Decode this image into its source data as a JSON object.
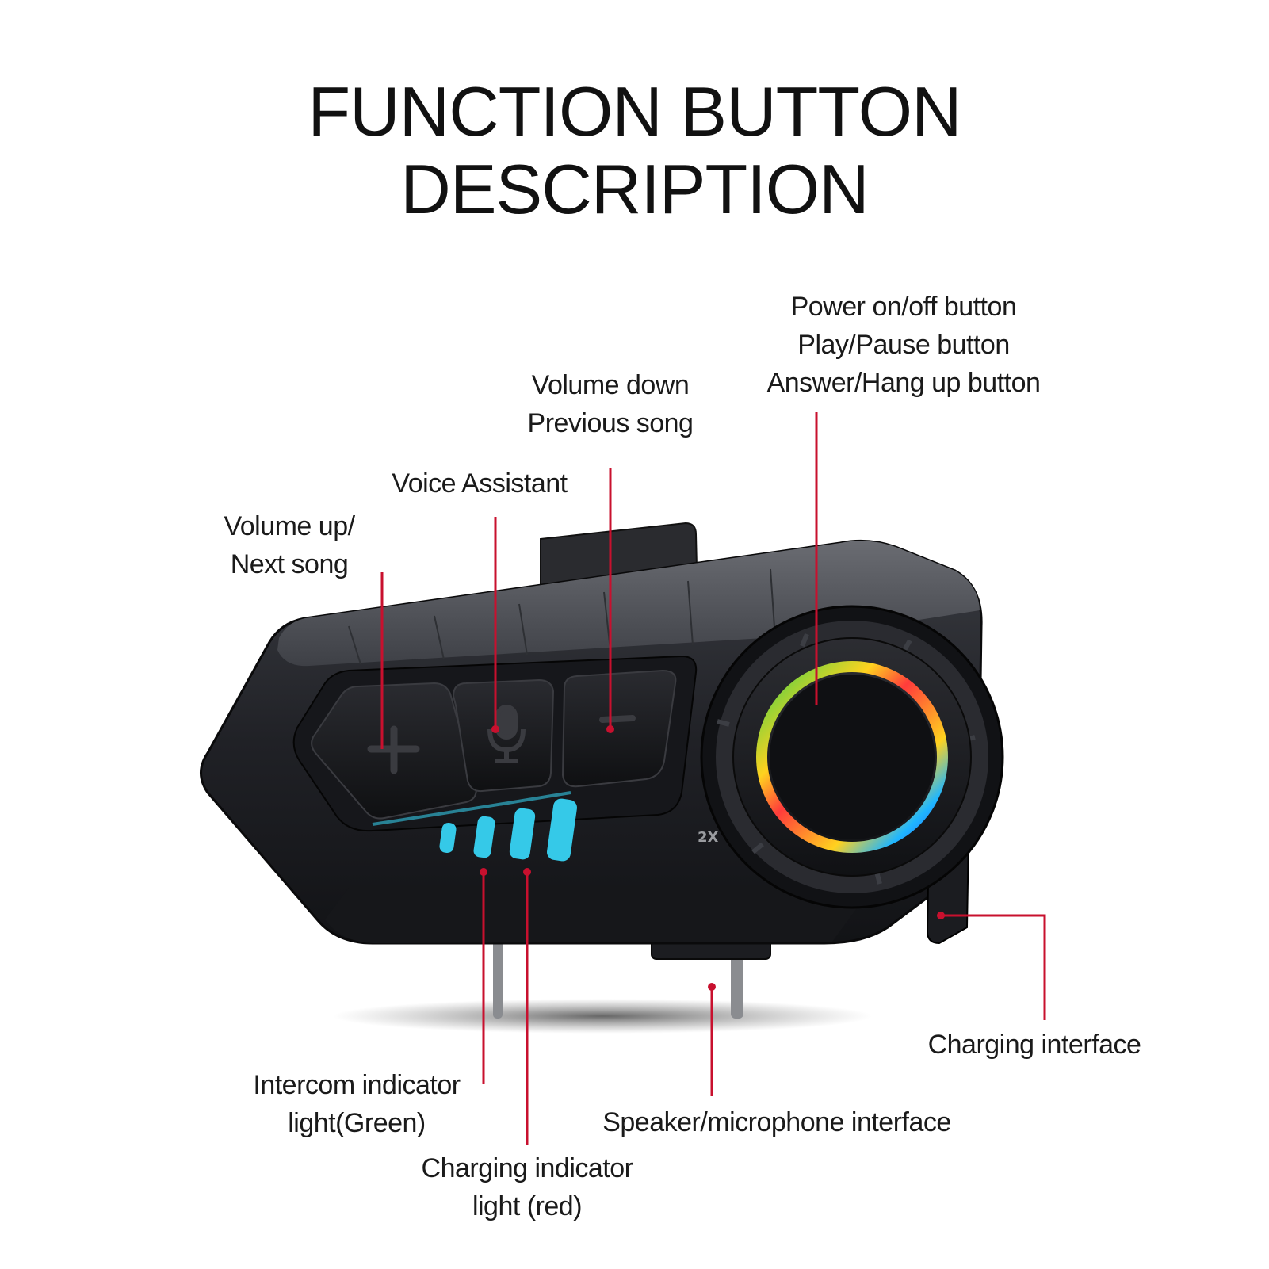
{
  "title": {
    "line1": "FUNCTION BUTTON",
    "line2": "DESCRIPTION"
  },
  "colors": {
    "callout": "#c8102e",
    "device_body": "#1e1f23",
    "device_top": "#5a5c62",
    "indicator": "#35c9e8",
    "ring_gradient": [
      "#ff3b3b",
      "#ffd21f",
      "#3bd14a",
      "#1fb6ff",
      "#2a4dff"
    ]
  },
  "labels": {
    "power": [
      "Power on/off button",
      "Play/Pause button",
      "Answer/Hang up button"
    ],
    "volume_down": [
      "Volume down",
      "Previous song"
    ],
    "voice": [
      "Voice Assistant"
    ],
    "volume_up": [
      "Volume up/",
      "Next song"
    ],
    "charging_interface": [
      "Charging interface"
    ],
    "intercom": [
      "Intercom indicator",
      "light(Green)"
    ],
    "speaker": [
      "Speaker/microphone interface"
    ],
    "charging_indicator": [
      "Charging indicator",
      "light (red)"
    ]
  },
  "device": {
    "plus_symbol": "+",
    "minus_symbol": "−",
    "mark": "2X",
    "icons": [
      "plus-icon",
      "microphone-icon",
      "minus-icon",
      "power-ring-icon"
    ]
  }
}
